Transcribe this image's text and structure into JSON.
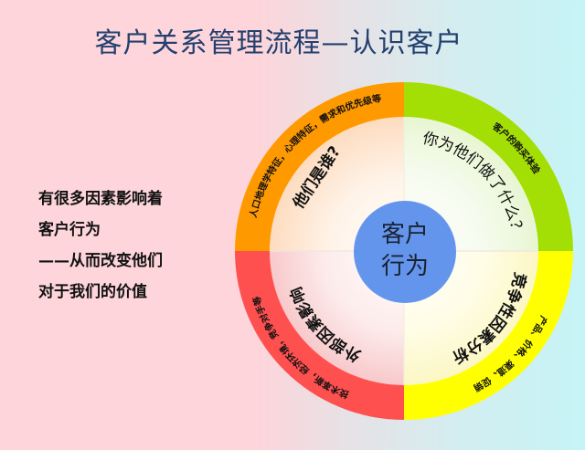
{
  "title": "客户关系管理流程—认识客户",
  "side_text": {
    "lines": [
      "有很多因素影响着",
      "客户行为",
      "——从而改变他们",
      "对于我们的价值"
    ]
  },
  "diagram": {
    "center": {
      "line1": "客户",
      "line2": "行为",
      "color": "#6495ED"
    },
    "quadrants": [
      {
        "position": "top-left",
        "ring_color": "#FF9900",
        "inner_label": "他们是谁?",
        "outer_label": "人口地理学特征，心理特征，需求和优先级等"
      },
      {
        "position": "top-right",
        "ring_color": "#A3DE04",
        "inner_label": "你为他们做了什么？",
        "outer_label": "客户的购买体验"
      },
      {
        "position": "bottom-right",
        "ring_color": "#FFFF00",
        "inner_label": "竞争性因素分析",
        "outer_label": "产品、价格、渠道、促销"
      },
      {
        "position": "bottom-left",
        "ring_color": "#FF5050",
        "inner_label": "外部因素影响",
        "outer_label": "技术革新，经济环境，竞争对手等"
      }
    ]
  }
}
